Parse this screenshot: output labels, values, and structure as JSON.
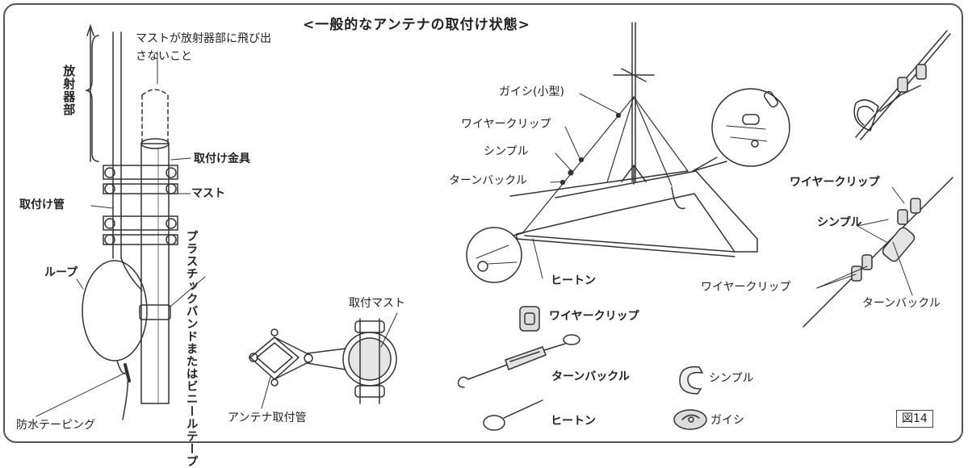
{
  "title": "<一般的なアンテナの取付け状態>",
  "figure_id": "図14",
  "left_section": {
    "radiator_label": "放射器部",
    "mast_note": "マストが放射器部に飛び出さないこと",
    "mounting_hardware": "取付け金具",
    "mounting_pipe": "取付け管",
    "mast": "マスト",
    "loop": "ループ",
    "plastic_band": "プラスチックバンドまたはビニールテープ",
    "waterproof_taping": "防水テーピング"
  },
  "clamp_detail": {
    "mount_mast": "取付マスト",
    "antenna_mount_pipe": "アンテナ取付管"
  },
  "center_section": {
    "insulator_small": "ガイシ(小型)",
    "wire_clip": "ワイヤークリップ",
    "thimble": "シンプル",
    "turnbuckle": "ターンバックル",
    "eye_bolt": "ヒートン"
  },
  "parts_legend": {
    "wire_clip": "ワイヤークリップ",
    "turnbuckle": "ターンバックル",
    "eye_bolt": "ヒートン",
    "thimble": "シンプル",
    "insulator": "ガイシ"
  },
  "right_section": {
    "wire_clip_top": "ワイヤークリップ",
    "thimble": "シンプル",
    "wire_clip_bottom": "ワイヤークリップ",
    "turnbuckle": "ターンバックル"
  },
  "colors": {
    "line": "#333333",
    "border": "#555555",
    "background": "#ffffff"
  }
}
